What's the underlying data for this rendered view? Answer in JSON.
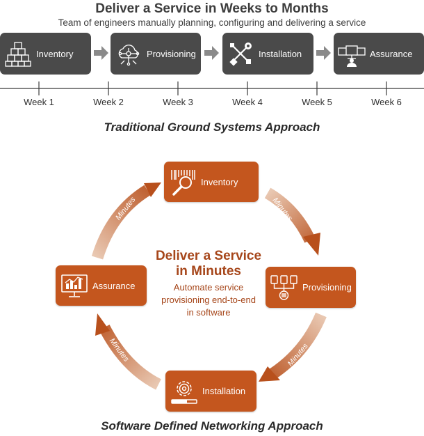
{
  "traditional": {
    "title": "Deliver a Service in Weeks to Months",
    "subtitle": "Team of engineers manually planning, configuring and delivering a service",
    "steps": [
      {
        "label": "Inventory",
        "icon": "boxes-icon"
      },
      {
        "label": "Provisioning",
        "icon": "circuit-cloud-icon"
      },
      {
        "label": "Installation",
        "icon": "tools-icon"
      },
      {
        "label": "Assurance",
        "icon": "monitors-icon"
      }
    ],
    "weeks": [
      "Week 1",
      "Week 2",
      "Week 3",
      "Week 4",
      "Week 5",
      "Week 6"
    ],
    "approach": "Traditional Ground Systems Approach"
  },
  "sdn": {
    "center_title_line1": "Deliver a Service",
    "center_title_line2": "in Minutes",
    "center_text_line1": "Automate service",
    "center_text_line2": "provisioning end-to-end",
    "center_text_line3": "in software",
    "steps": [
      {
        "label": "Inventory",
        "icon": "barcode-search-icon"
      },
      {
        "label": "Provisioning",
        "icon": "flow-tree-icon"
      },
      {
        "label": "Installation",
        "icon": "gear-progress-icon"
      },
      {
        "label": "Assurance",
        "icon": "chart-monitor-icon"
      }
    ],
    "arrow_label": "Minutes",
    "approach": "Software Defined Networking Approach"
  },
  "colors": {
    "gray_box": "#4a4a4a",
    "orange_box": "#c4561e",
    "orange_text": "#a6461a"
  }
}
